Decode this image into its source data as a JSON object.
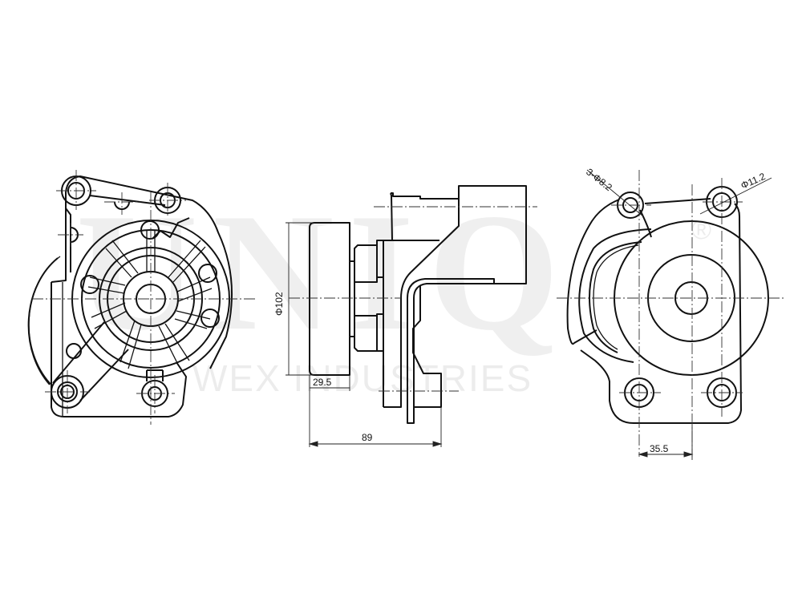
{
  "drawing": {
    "subject": "Belt tensioner assembly – three-view technical drawing",
    "views": [
      "back-view",
      "side-view",
      "front-view"
    ]
  },
  "watermark": {
    "brand": "UNIQ",
    "registered_mark": "®",
    "subtitle": "WEX INDUSTRIES"
  },
  "dimensions": {
    "pulley_diameter": "Φ102",
    "pulley_width": "29.5",
    "overall_depth": "89",
    "bolt_holes": "3-Φ8.2",
    "pivot_hole": "Φ11.2",
    "hole_offset": "35.5"
  },
  "colors": {
    "line": "#111111",
    "background": "#ffffff",
    "watermark": "#f0f0f0"
  }
}
